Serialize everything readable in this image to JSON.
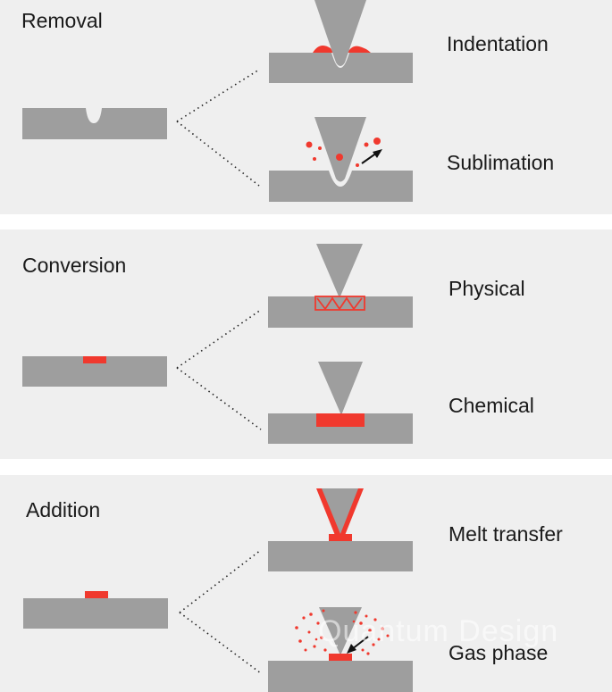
{
  "sections": {
    "removal": {
      "title": "Removal",
      "labels": [
        "Indentation",
        "Sublimation"
      ]
    },
    "conversion": {
      "title": "Conversion",
      "labels": [
        "Physical",
        "Chemical"
      ]
    },
    "addition": {
      "title": "Addition",
      "labels": [
        "Melt transfer",
        "Gas phase"
      ]
    }
  },
  "watermark": "Quantum Design",
  "colors": {
    "panel": "#efefef",
    "substrate": "#9e9e9e",
    "tip": "#9e9e9e",
    "accent": "#f0392e",
    "text": "#1a1a1a"
  }
}
